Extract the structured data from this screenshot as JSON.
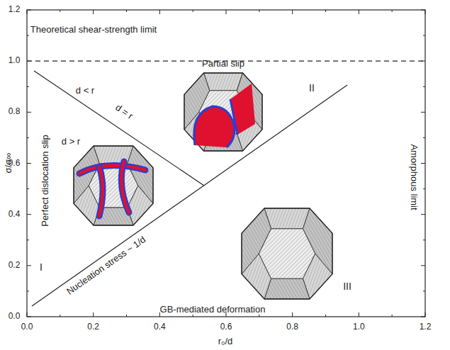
{
  "diagram": {
    "labels": [
      "Theoretical shear-strength limit",
      "Partial slip",
      "d < r",
      "d = r",
      "d > r",
      "II",
      "Perfect dislocation slip",
      "Amorphous limit",
      "I",
      "Nucleation stress ~ 1/d",
      "III",
      "GB-mediated deformation",
      "σ/σ∞",
      "r₀/d",
      "0.0",
      "0.2",
      "0.4",
      "0.6",
      "0.8",
      "1.0",
      "1.2",
      "0.0",
      "0.2",
      "0.4",
      "0.6",
      "0.8",
      "1.0",
      "1.2"
    ]
  }
}
